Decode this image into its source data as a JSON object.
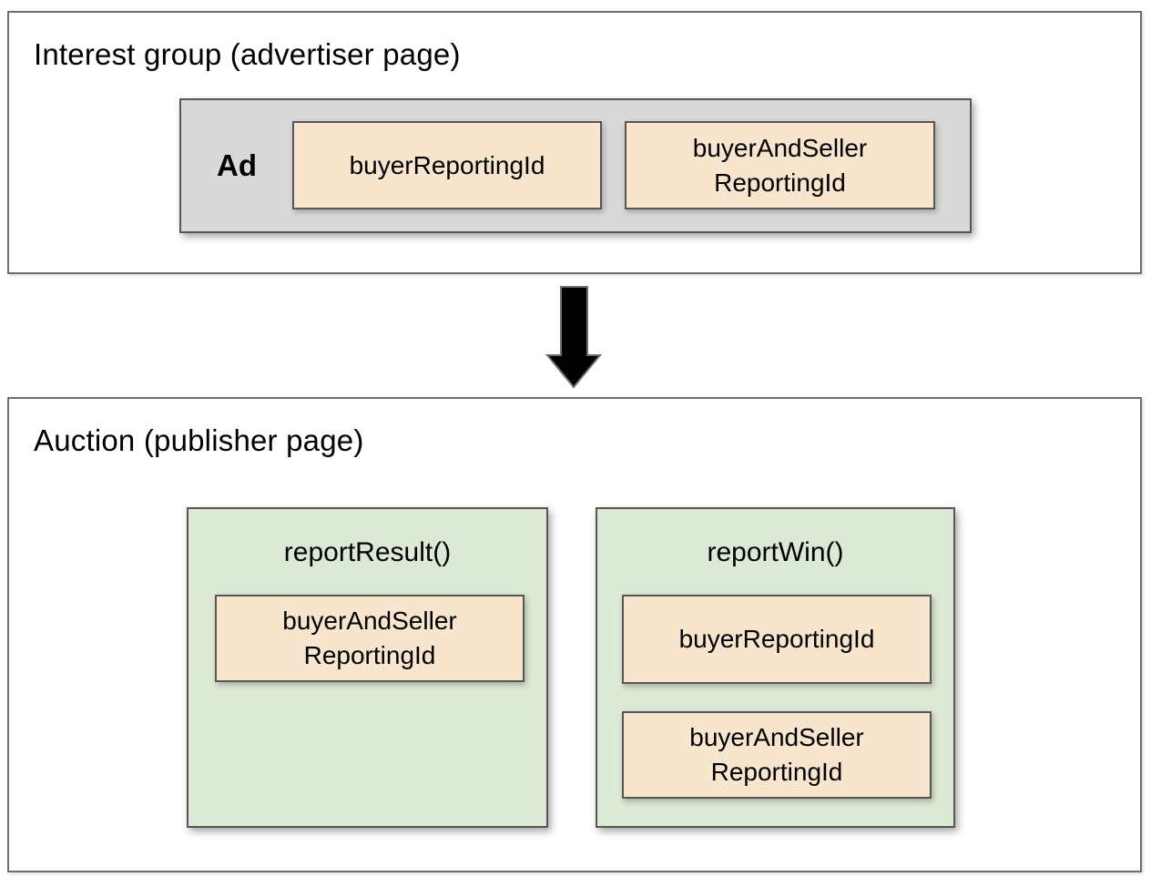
{
  "colors": {
    "background": "#ffffff",
    "outer_border": "#6e6e6e",
    "inner_border": "#565656",
    "ad_fill": "#d9d9d9",
    "chip_fill": "#f8e5ce",
    "function_fill": "#dce9d5",
    "arrow_fill": "#000000",
    "text": "#000000"
  },
  "interest_group": {
    "title": "Interest group (advertiser page)",
    "ad": {
      "label": "Ad",
      "chips": [
        {
          "lines": [
            "buyerReportingId"
          ]
        },
        {
          "lines": [
            "buyerAndSeller",
            "ReportingId"
          ]
        }
      ]
    }
  },
  "arrow": {
    "icon": "down-arrow-icon",
    "direction": "down"
  },
  "auction": {
    "title": "Auction (publisher page)",
    "functions": [
      {
        "name": "reportResult()",
        "chips": [
          {
            "lines": [
              "buyerAndSeller",
              "ReportingId"
            ]
          }
        ]
      },
      {
        "name": "reportWin()",
        "chips": [
          {
            "lines": [
              "buyerReportingId"
            ]
          },
          {
            "lines": [
              "buyerAndSeller",
              "ReportingId"
            ]
          }
        ]
      }
    ]
  }
}
